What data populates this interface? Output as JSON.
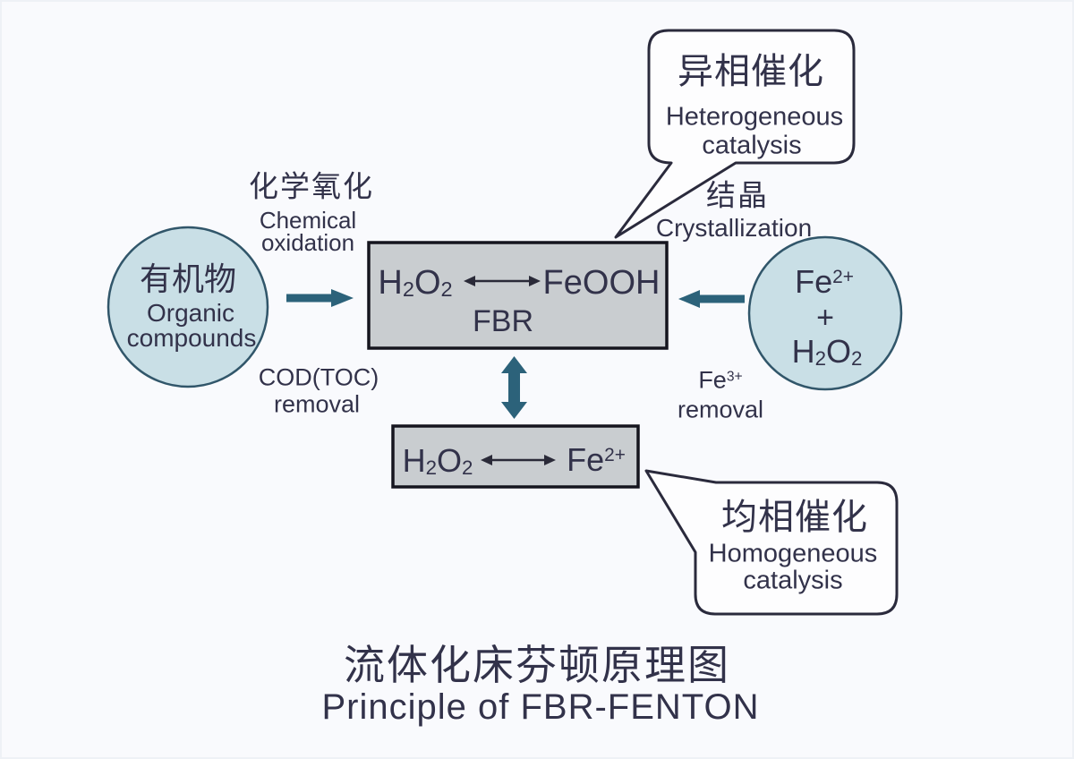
{
  "colors": {
    "background": "#f9fafd",
    "circle_fill": "#c9dfe6",
    "circle_stroke": "#31566a",
    "box_fill": "#c9cdd0",
    "box_stroke": "#15151e",
    "bubble_fill": "#fdfdfe",
    "bubble_stroke": "#2a2a3c",
    "arrow_teal": "#2c627a",
    "thin_arrow": "#2a2a38",
    "text": "#32324a"
  },
  "formulas": {
    "h2o2": {
      "b1": "H",
      "sub1": "2",
      "b2": "O",
      "sub2": "2"
    },
    "fe2": {
      "b": "Fe",
      "sup": "2+"
    },
    "fe3": {
      "b": "Fe",
      "sup": "3+"
    }
  },
  "left_circle": {
    "zh": "有机物",
    "en1": "Organic",
    "en2": "compounds"
  },
  "right_circle": {
    "plus": "+"
  },
  "labels": {
    "chemical_oxidation": {
      "zh": "化学氧化",
      "en1": "Chemical",
      "en2": "oxidation"
    },
    "cod_removal": {
      "line1": "COD(TOC)",
      "line2": "removal"
    },
    "crystallization": {
      "zh": "结晶",
      "en": "Crystallization"
    },
    "fe3_removal": {
      "line2": "removal"
    }
  },
  "fbr_box": {
    "feooh": "FeOOH",
    "fbr": "FBR"
  },
  "bubbles": {
    "heterogeneous": {
      "zh": "异相催化",
      "en1": "Heterogeneous",
      "en2": "catalysis"
    },
    "homogeneous": {
      "zh": "均相催化",
      "en1": "Homogeneous",
      "en2": "catalysis"
    }
  },
  "title": {
    "zh": "流体化床芬顿原理图",
    "en": "Principle of FBR-FENTON"
  }
}
